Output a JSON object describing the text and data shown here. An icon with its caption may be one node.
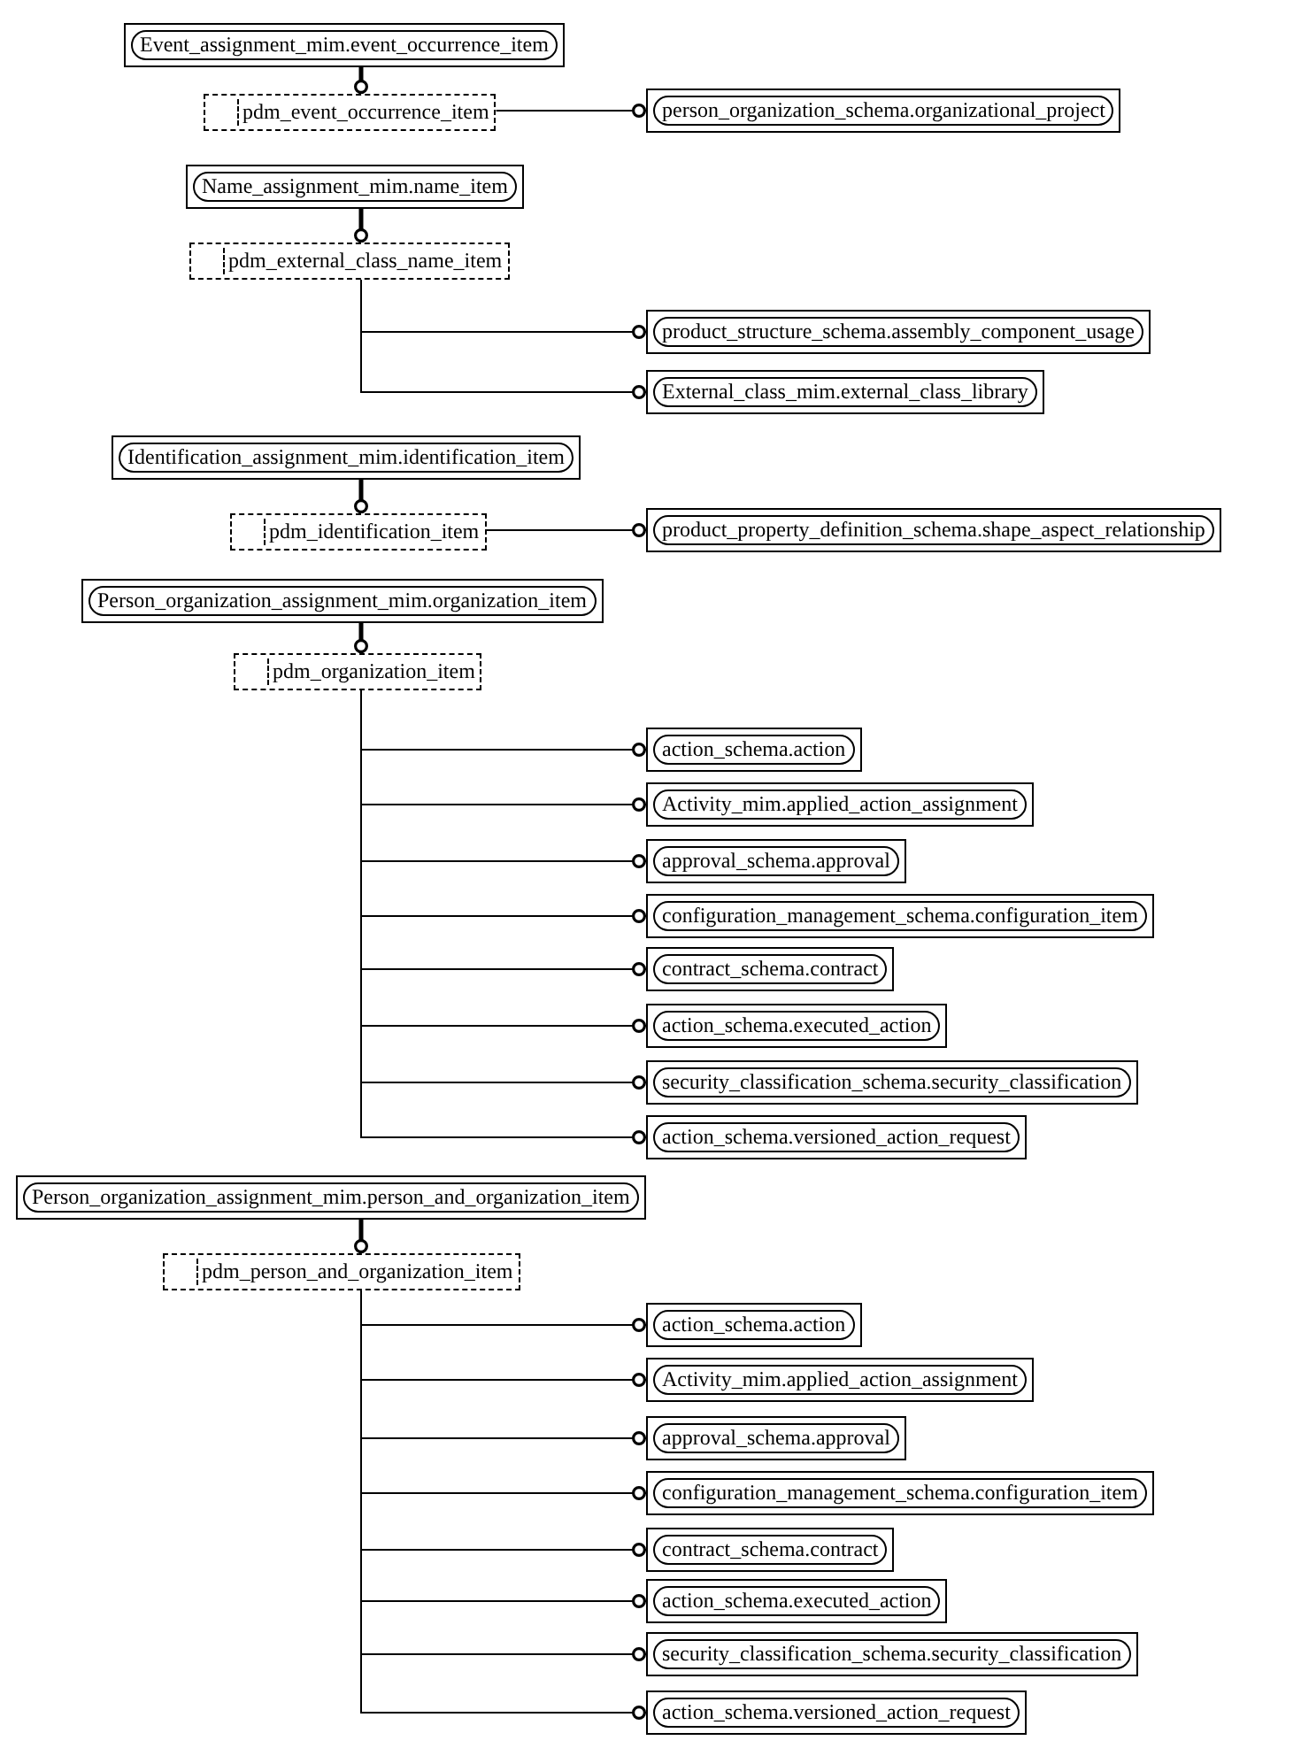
{
  "diagram": {
    "nodes": [
      {
        "text": [
          "Event_assignment_mim.event_occurrence_item"
        ]
      },
      {
        "text": [
          "pdm_event_occurrence_item"
        ]
      },
      {
        "text": [
          "person_organization_schema.organizational_project"
        ]
      },
      {
        "text": [
          "Name_assignment_mim.name_item"
        ]
      },
      {
        "text": [
          "pdm_external_class_name_item"
        ]
      },
      {
        "text": [
          "product_structure_schema.assembly_component_usage"
        ]
      },
      {
        "text": [
          "External_class_mim.external_class_library"
        ]
      },
      {
        "text": [
          "Identification_assignment_mim.identification_item"
        ]
      },
      {
        "text": [
          "pdm_identification_item"
        ]
      },
      {
        "text": [
          "product_property_definition_schema.shape_aspect_relationship"
        ]
      },
      {
        "text": [
          "Person_organization_assignment_mim.organization_item"
        ]
      },
      {
        "text": [
          "pdm_organization_item"
        ]
      },
      {
        "text": [
          "action_schema.action"
        ]
      },
      {
        "text": [
          "Activity_mim.applied_action_assignment"
        ]
      },
      {
        "text": [
          "approval_schema.approval"
        ]
      },
      {
        "text": [
          "configuration_management_schema.configuration_item"
        ]
      },
      {
        "text": [
          "contract_schema.contract"
        ]
      },
      {
        "text": [
          "action_schema.executed_action"
        ]
      },
      {
        "text": [
          "security_classification_schema.security_classification"
        ]
      },
      {
        "text": [
          "action_schema.versioned_action_request"
        ]
      },
      {
        "text": [
          "Person_organization_assignment_mim.person_and_organization_item"
        ]
      },
      {
        "text": [
          "pdm_person_and_organization_item"
        ]
      },
      {
        "text": [
          "action_schema.action"
        ]
      },
      {
        "text": [
          "Activity_mim.applied_action_assignment"
        ]
      },
      {
        "text": [
          "approval_schema.approval"
        ]
      },
      {
        "text": [
          "configuration_management_schema.configuration_item"
        ]
      },
      {
        "text": [
          "contract_schema.contract"
        ]
      },
      {
        "text": [
          "action_schema.executed_action"
        ]
      },
      {
        "text": [
          "security_classification_schema.security_classification"
        ]
      },
      {
        "text": [
          "action_schema.versioned_action_request"
        ]
      }
    ],
    "edges": [
      {
        "from": 0,
        "to": 1,
        "arrow": "other",
        "style": "thick"
      },
      {
        "from": 1,
        "to": 2,
        "arrow": "other"
      },
      {
        "from": 3,
        "to": 4,
        "arrow": "other",
        "style": "thick"
      },
      {
        "from": 4,
        "to": 5,
        "arrow": "other"
      },
      {
        "from": 4,
        "to": 6,
        "arrow": "other"
      },
      {
        "from": 7,
        "to": 8,
        "arrow": "other",
        "style": "thick"
      },
      {
        "from": 8,
        "to": 9,
        "arrow": "other"
      },
      {
        "from": 10,
        "to": 11,
        "arrow": "other",
        "style": "thick"
      },
      {
        "from": 11,
        "to": 12,
        "arrow": "other"
      },
      {
        "from": 11,
        "to": 13,
        "arrow": "other"
      },
      {
        "from": 11,
        "to": 14,
        "arrow": "other"
      },
      {
        "from": 11,
        "to": 15,
        "arrow": "other"
      },
      {
        "from": 11,
        "to": 16,
        "arrow": "other"
      },
      {
        "from": 11,
        "to": 17,
        "arrow": "other"
      },
      {
        "from": 11,
        "to": 18,
        "arrow": "other"
      },
      {
        "from": 11,
        "to": 19,
        "arrow": "other"
      },
      {
        "from": 20,
        "to": 21,
        "arrow": "other",
        "style": "thick"
      },
      {
        "from": 21,
        "to": 22,
        "arrow": "other"
      },
      {
        "from": 21,
        "to": 23,
        "arrow": "other"
      },
      {
        "from": 21,
        "to": 24,
        "arrow": "other"
      },
      {
        "from": 21,
        "to": 25,
        "arrow": "other"
      },
      {
        "from": 21,
        "to": 26,
        "arrow": "other"
      },
      {
        "from": 21,
        "to": 27,
        "arrow": "other"
      },
      {
        "from": 21,
        "to": 28,
        "arrow": "other"
      },
      {
        "from": 21,
        "to": 29,
        "arrow": "other"
      }
    ]
  }
}
